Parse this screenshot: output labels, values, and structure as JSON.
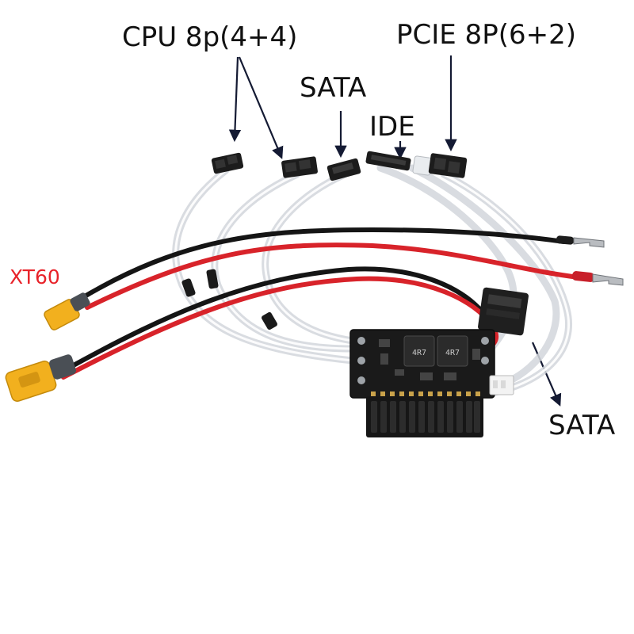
{
  "image": {
    "description_free": true
  },
  "labels": {
    "cpu": "CPU 8p(4+4)",
    "pcie": "PCIE 8P(6+2)",
    "sata_top": "SATA",
    "ide": "IDE",
    "xt60": "XT60",
    "sata_bottom": "SATA",
    "inductor_left": "4R7",
    "inductor_right": "4R7"
  },
  "colors": {
    "label_text": "#111111",
    "xt60_label": "#e8232a",
    "wire_red": "#d8232a",
    "wire_black": "#151515",
    "wire_clear": "#e6e9ec",
    "connector_black": "#1c1c1c",
    "xt60_yellow": "#f2b01e",
    "pcb": "#1a1a1a",
    "gold": "#c9a24a"
  }
}
